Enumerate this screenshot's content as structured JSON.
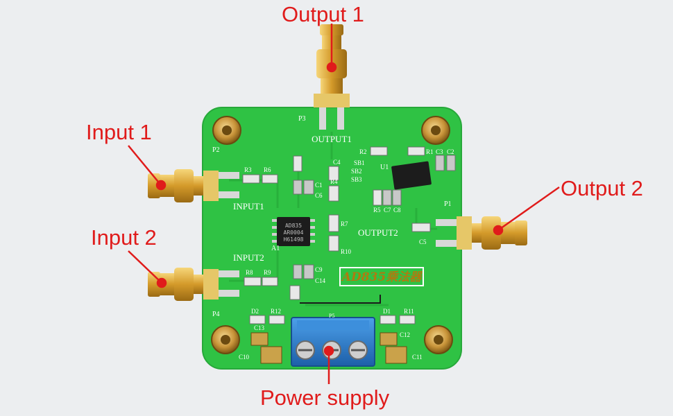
{
  "callouts": {
    "output1": "Output 1",
    "input1": "Input 1",
    "input2": "Input 2",
    "output2": "Output 2",
    "power": "Power supply"
  },
  "board": {
    "headline": "AD835乘法器",
    "connectors": {
      "p1": "P1",
      "p2": "P2",
      "p3": "P3",
      "p4": "P4"
    },
    "ports": {
      "output1": "OUTPUT1",
      "output2": "OUTPUT2",
      "input1": "INPUT1",
      "input2": "INPUT2"
    },
    "chip": {
      "line1": "AD835",
      "line2": "AR0004",
      "line3": "H61498",
      "ref": "A1"
    },
    "opamp": {
      "ref": "U1"
    },
    "resistors": {
      "r1": "R1",
      "r2": "R2",
      "r3": "R3",
      "r4": "R4",
      "r5": "R5",
      "r6": "R6",
      "r7": "R7",
      "r8": "R8",
      "r9": "R9",
      "r10": "R10",
      "r11": "R11",
      "r12": "R12"
    },
    "capacitors": {
      "c1": "C1",
      "c2": "C2",
      "c3": "C3",
      "c4": "C4",
      "c5": "C5",
      "c6": "C6",
      "c7": "C7",
      "c8": "C8",
      "c9": "C9",
      "c10": "C10",
      "c11": "C11",
      "c12": "C12",
      "c13": "C13",
      "c14": "C14"
    },
    "diodes": {
      "d1": "D1",
      "d2": "D2"
    },
    "jumpers": {
      "sb1": "SB1",
      "sb2": "SB2",
      "sb3": "SB3"
    },
    "terminal_ref": "P5"
  },
  "colors": {
    "callout": "#e01b1b",
    "pcb": "#2fc244",
    "connector_gold": "#d9a736",
    "terminal_blue": "#2a7fd0"
  }
}
